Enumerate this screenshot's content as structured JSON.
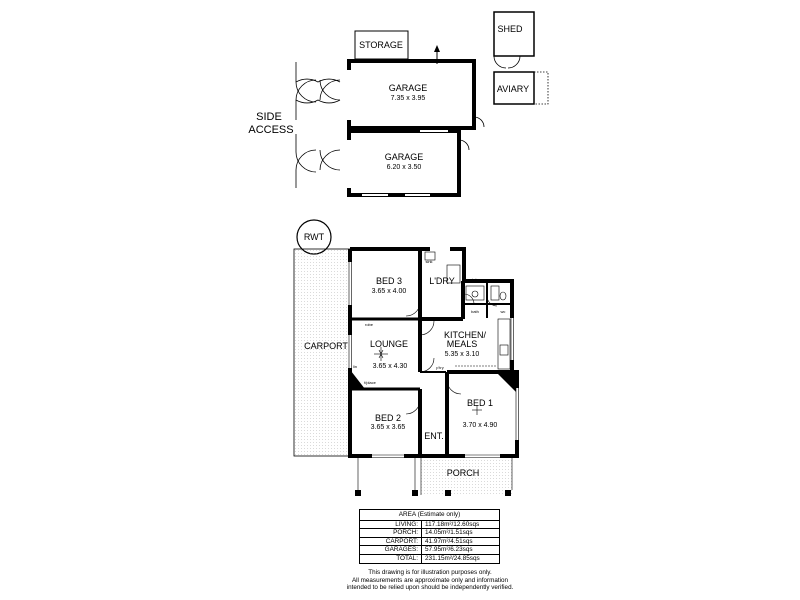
{
  "labels": {
    "storage": "STORAGE",
    "garage1_name": "GARAGE",
    "garage1_dim": "7.35 x 3.95",
    "garage2_name": "GARAGE",
    "garage2_dim": "6.20 x 3.50",
    "side_access_1": "SIDE",
    "side_access_2": "ACCESS",
    "shed": "SHED",
    "aviary": "AVIARY",
    "rwt": "RWT",
    "carport": "CARPORT",
    "bed3_name": "BED 3",
    "bed3_dim": "3.65 x 4.00",
    "laundry": "L'DRY",
    "lounge_name": "LOUNGE",
    "lounge_dim": "3.65 x 4.30",
    "kitchen_name_1": "KITCHEN/",
    "kitchen_name_2": "MEALS",
    "kitchen_dim": "5.35 x 3.10",
    "bed2_name": "BED 2",
    "bed2_dim": "3.65 x 3.65",
    "entry": "ENT.",
    "bed1_name": "BED 1",
    "bed1_dim": "3.70 x 4.90",
    "porch": "PORCH",
    "pantry": "p'try",
    "robe": "robe",
    "linen": "lin",
    "bath": "bath",
    "wc": "wc",
    "tub": "tub",
    "sink": "sink",
    "fireplace": "f/place"
  },
  "area_table": {
    "title": "AREA (Estimate only)",
    "rows": [
      {
        "label": "LIVING:",
        "value": "117.18m²/12.60sqs"
      },
      {
        "label": "PORCH:",
        "value": "14.05m²/1.51sqs"
      },
      {
        "label": "CARPORT:",
        "value": "41.97m²/4.51sqs"
      },
      {
        "label": "GARAGES:",
        "value": "57.95m²/6.23sqs"
      },
      {
        "label": "TOTAL:",
        "value": "231.15m²/24.85sqs"
      }
    ]
  },
  "disclaimer": [
    "This drawing is for illustration purposes only.",
    "All measurements are approximate only and information",
    "intended to be relied upon should be independently verified."
  ]
}
